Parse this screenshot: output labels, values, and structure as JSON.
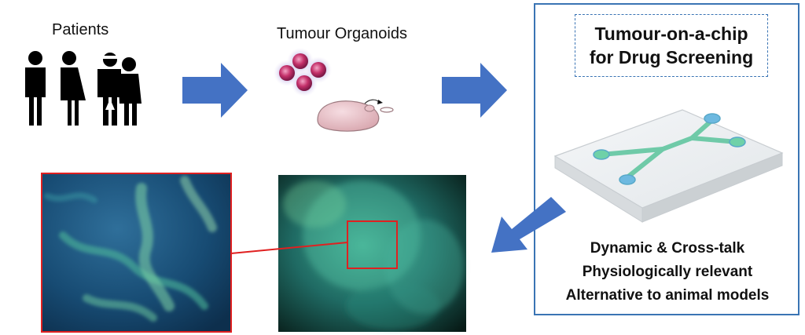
{
  "steps": {
    "patients_label": "Patients",
    "organoids_label": "Tumour Organoids"
  },
  "chip": {
    "title_line1": "Tumour-on-a-chip",
    "title_line2": "for Drug Screening",
    "benefits": [
      "Dynamic & Cross-talk",
      "Physiologically relevant",
      "Alternative to animal models"
    ]
  },
  "colors": {
    "arrow": "#4472c4",
    "panel_border": "#3a74b4",
    "zoom_box": "#e02020",
    "organoid": "#c4306a",
    "channel": "#5fc39e",
    "port": "#69a8d6"
  },
  "icons": {
    "patients": "people-icon",
    "organoids": "organoid-spheres-icon",
    "mouse": "mouse-icon",
    "chip": "microfluidic-chip-icon"
  }
}
